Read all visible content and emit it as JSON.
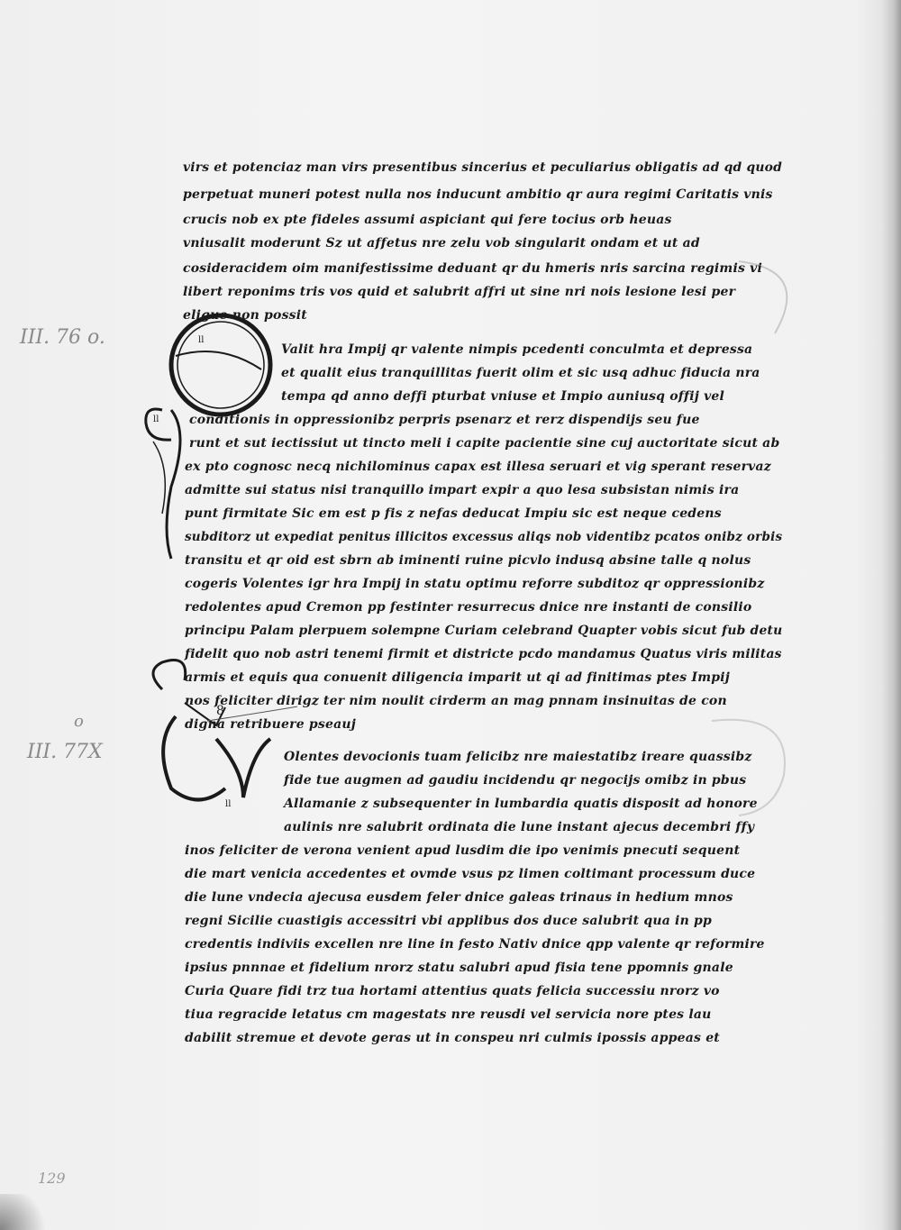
{
  "manuscript": {
    "paragraph1": [
      "virs et potenciaz man virs presentibus sincerius et peculiarius obligatis ad qd quod",
      "perpetuat muneri potest nulla nos inducunt ambitio qr aura regimi Caritatis vnis",
      "crucis nob ex pte fideles assumi aspiciant qui fere tocius orb heuas",
      "vniusalit moderunt Sz ut affetus nre zelu vob singularit ondam et ut ad",
      "cosideracidem oim manifestissime deduant qr du hmeris nris sarcina regimis vi",
      "libert reponims tris vos quid et salubrit affri ut sine nri nois lesione lesi per",
      "eligue non possit"
    ],
    "paragraph2": [
      "Valit hra Impij qr valente nimpis pcedenti conculmta et depressa",
      "et qualit eius tranquillitas fuerit olim et sic usq adhuc fiducia nra",
      "tempa qd anno deffi pturbat vniuse et Impio auniusq offij vel",
      "conditionis in oppressionibz perpris psenarz et rerz dispendijs seu fue",
      "runt et sut iectissiut ut tincto meli i capite pacientie sine cuj auctoritate sicut ab",
      "ex pto cognosc necq nichilominus capax est illesa seruari et vig sperant reservaz",
      "admitte sui status nisi tranquillo impart expir a quo lesa subsistan nimis ira",
      "punt firmitate Sic em est p fis z nefas deducat Impiu sic est neque cedens",
      "subditorz ut expediat penitus illicitos excessus aliqs nob videntibz pcatos onibz orbis",
      "transitu et qr oid est sbrn ab iminenti ruine picvlo indusq absine talle q nolus",
      "cogeris Volentes igr hra Impij in statu optimu reforre subditoz qr oppressionibz",
      "redolentes apud Cremon pp festinter resurrecus dnice nre instanti de consilio",
      "principu Palam plerpuem solempne Curiam celebrand Quapter vobis sicut fub detu",
      "fidelit quo nob astri tenemi firmit et districte pcdo mandamus Quatus viris militas",
      "armis et equis qua conuenit diligencia imparit ut qi ad finitimas ptes Impij",
      "nos feliciter dirigz ter nim noulit cirderm an mag pnnam insinuitas de con",
      "digna retribuere pseauj"
    ],
    "paragraph3": [
      "Olentes devocionis tuam felicibz nre maiestatibz ireare quassibz",
      "fide tue augmen ad gaudiu incidendu qr negocijs omibz in pbus",
      "Allamanie z subsequenter in lumbardia quatis disposit ad honore",
      "aulinis nre salubrit ordinata die lune instant ajecus decembri ffy",
      "inos feliciter de verona venient apud lusdim die ipo venimis pnecuti sequent",
      "die mart venicia accedentes et ovmde vsus pz limen coltimant processum duce",
      "die lune vndecia ajecusa eusdem feler dnice galeas trinaus in hedium mnos",
      "regni Sicilie cuastigis accessitri vbi applibus dos duce salubrit qua in pp",
      "credentis indiviis excellen nre line in festo Nativ dnice qpp valente qr reformire",
      "ipsius pnnnae et fidelium nrorz statu salubri apud fisia tene ppomnis gnale",
      "Curia Quare fidi trz tua hortami attentius quats felicia successiu nrorz vo",
      "tiua regracide letatus cm magestats nre reusdi vel servicia nore ptes lau",
      "dabilit stremue et devote geras ut in conspeu nri culmis ipossis appeas et"
    ]
  },
  "margin_notes": {
    "note1": "III. 76  o.",
    "note2": "III. 77X",
    "note2_top": "o"
  },
  "folio_number": "129"
}
